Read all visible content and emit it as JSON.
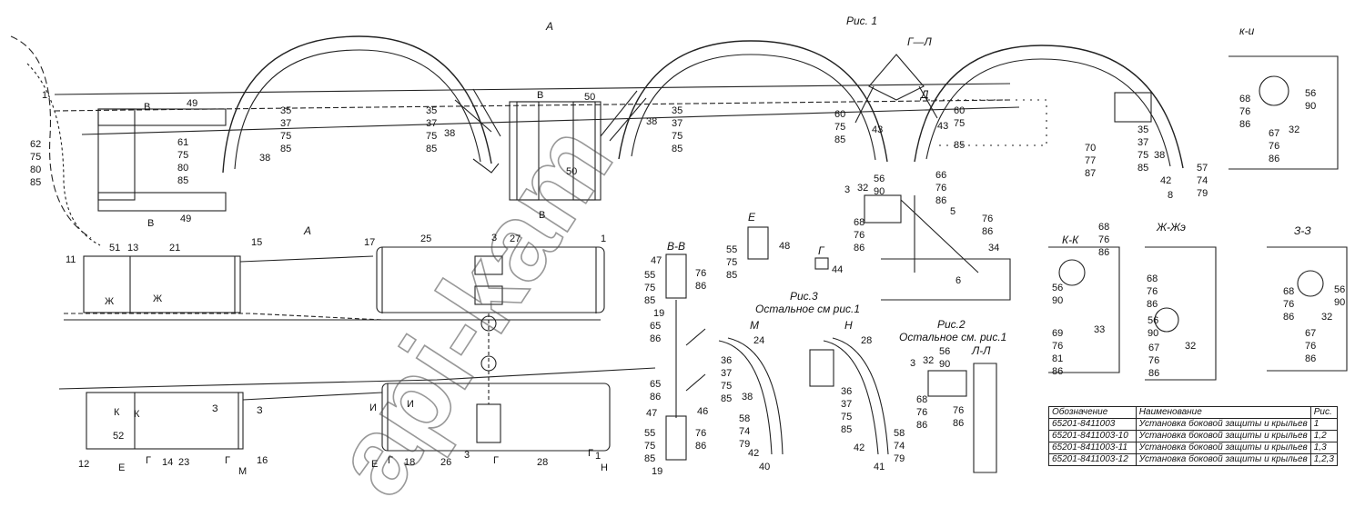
{
  "titles": {
    "fig1": "Рис. 1",
    "fig2": "Рис.2",
    "fig2_note": "Остальное см. рис.1",
    "fig3": "Рис.3",
    "fig3_note": "Остальное см рис.1",
    "view_a_top": "А",
    "view_a_mid": "А"
  },
  "sections": {
    "ii": "к-и",
    "kk": "К-К",
    "zhzh": "Ж-Жэ",
    "zz": "З-З",
    "vv": "В-В",
    "ll": "Л-Л",
    "m": "М",
    "n": "Н",
    "e": "Е",
    "g": "Г",
    "gl": "Г—Л",
    "d": "Д"
  },
  "labels": [
    {
      "id": "l1",
      "t": "1"
    },
    {
      "id": "l62",
      "t": "62"
    },
    {
      "id": "l75a",
      "t": "75"
    },
    {
      "id": "l80a",
      "t": "80"
    },
    {
      "id": "l85a",
      "t": "85"
    },
    {
      "id": "lB1",
      "t": "В"
    },
    {
      "id": "l49a",
      "t": "49"
    },
    {
      "id": "l61",
      "t": "61"
    },
    {
      "id": "l75b",
      "t": "75"
    },
    {
      "id": "l80b",
      "t": "80"
    },
    {
      "id": "l85b",
      "t": "85"
    },
    {
      "id": "lB2",
      "t": "В"
    },
    {
      "id": "l49b",
      "t": "49"
    },
    {
      "id": "l35a",
      "t": "35"
    },
    {
      "id": "l37a",
      "t": "37"
    },
    {
      "id": "l75c",
      "t": "75"
    },
    {
      "id": "l85c",
      "t": "85"
    },
    {
      "id": "l38a",
      "t": "38"
    },
    {
      "id": "l35b",
      "t": "35"
    },
    {
      "id": "l37b",
      "t": "37"
    },
    {
      "id": "l75d",
      "t": "75"
    },
    {
      "id": "l85d",
      "t": "85"
    },
    {
      "id": "l38b",
      "t": "38"
    },
    {
      "id": "lB3",
      "t": "В"
    },
    {
      "id": "l50a",
      "t": "50"
    },
    {
      "id": "l50b",
      "t": "50"
    },
    {
      "id": "lB4",
      "t": "В"
    },
    {
      "id": "l35c",
      "t": "35"
    },
    {
      "id": "l37c",
      "t": "37"
    },
    {
      "id": "l75e",
      "t": "75"
    },
    {
      "id": "l85e",
      "t": "85"
    },
    {
      "id": "l38c",
      "t": "38"
    },
    {
      "id": "l60a",
      "t": "60"
    },
    {
      "id": "l75f",
      "t": "75"
    },
    {
      "id": "l85f",
      "t": "85"
    },
    {
      "id": "l43a",
      "t": "43"
    },
    {
      "id": "l43b",
      "t": "43"
    },
    {
      "id": "l60b",
      "t": "60"
    },
    {
      "id": "l75g",
      "t": "75"
    },
    {
      "id": "l85g",
      "t": "85"
    },
    {
      "id": "l70",
      "t": "70"
    },
    {
      "id": "l77",
      "t": "77"
    },
    {
      "id": "l87",
      "t": "87"
    },
    {
      "id": "l35d",
      "t": "35"
    },
    {
      "id": "l37d",
      "t": "37"
    },
    {
      "id": "l75h",
      "t": "75"
    },
    {
      "id": "l85h",
      "t": "85"
    },
    {
      "id": "l38d",
      "t": "38"
    },
    {
      "id": "l42a",
      "t": "42"
    },
    {
      "id": "l8",
      "t": "8"
    },
    {
      "id": "l57a",
      "t": "57"
    },
    {
      "id": "l74a",
      "t": "74"
    },
    {
      "id": "l79a",
      "t": "79"
    },
    {
      "id": "l11",
      "t": "11"
    },
    {
      "id": "l51",
      "t": "51"
    },
    {
      "id": "l13",
      "t": "13"
    },
    {
      "id": "l21",
      "t": "21"
    },
    {
      "id": "l15",
      "t": "15"
    },
    {
      "id": "l17",
      "t": "17"
    },
    {
      "id": "l25",
      "t": "25"
    },
    {
      "id": "l3a",
      "t": "3"
    },
    {
      "id": "l27",
      "t": "27"
    },
    {
      "id": "l1b",
      "t": "1"
    },
    {
      "id": "lZh1",
      "t": "Ж"
    },
    {
      "id": "lZh2",
      "t": "Ж"
    },
    {
      "id": "lK1",
      "t": "К"
    },
    {
      "id": "lK2",
      "t": "К"
    },
    {
      "id": "l52",
      "t": "52"
    },
    {
      "id": "lZ1",
      "t": "З"
    },
    {
      "id": "lZ2",
      "t": "З"
    },
    {
      "id": "lI1",
      "t": "И"
    },
    {
      "id": "lI2",
      "t": "И"
    },
    {
      "id": "l12",
      "t": "12"
    },
    {
      "id": "lE1",
      "t": "Е"
    },
    {
      "id": "lG1",
      "t": "Г"
    },
    {
      "id": "l14",
      "t": "14"
    },
    {
      "id": "l23",
      "t": "23"
    },
    {
      "id": "lG2",
      "t": "Г"
    },
    {
      "id": "lM1",
      "t": "М"
    },
    {
      "id": "l16",
      "t": "16"
    },
    {
      "id": "lE2",
      "t": "Е"
    },
    {
      "id": "lG3",
      "t": "Г"
    },
    {
      "id": "l18",
      "t": "18"
    },
    {
      "id": "l26",
      "t": "26"
    },
    {
      "id": "l3b",
      "t": "3"
    },
    {
      "id": "lG4",
      "t": "Г"
    },
    {
      "id": "l28a",
      "t": "28"
    },
    {
      "id": "lG5",
      "t": "Г"
    },
    {
      "id": "l1c",
      "t": "1"
    },
    {
      "id": "lN1",
      "t": "Н"
    },
    {
      "id": "l47a",
      "t": "47"
    },
    {
      "id": "l55a",
      "t": "55"
    },
    {
      "id": "l75i",
      "t": "75"
    },
    {
      "id": "l85i",
      "t": "85"
    },
    {
      "id": "l19a",
      "t": "19"
    },
    {
      "id": "l65a",
      "t": "65"
    },
    {
      "id": "l86a",
      "t": "86"
    },
    {
      "id": "l76a",
      "t": "76"
    },
    {
      "id": "l86b",
      "t": "86"
    },
    {
      "id": "l65b",
      "t": "65"
    },
    {
      "id": "l86c",
      "t": "86"
    },
    {
      "id": "l47b",
      "t": "47"
    },
    {
      "id": "l46",
      "t": "46"
    },
    {
      "id": "l55b",
      "t": "55"
    },
    {
      "id": "l75j",
      "t": "75"
    },
    {
      "id": "l85j",
      "t": "85"
    },
    {
      "id": "l19b",
      "t": "19"
    },
    {
      "id": "l76b",
      "t": "76"
    },
    {
      "id": "l86d",
      "t": "86"
    },
    {
      "id": "l55c",
      "t": "55"
    },
    {
      "id": "l75k",
      "t": "75"
    },
    {
      "id": "l85k",
      "t": "85"
    },
    {
      "id": "l48",
      "t": "48"
    },
    {
      "id": "l44",
      "t": "44"
    },
    {
      "id": "l24",
      "t": "24"
    },
    {
      "id": "l36a",
      "t": "36"
    },
    {
      "id": "l37e",
      "t": "37"
    },
    {
      "id": "l75l",
      "t": "75"
    },
    {
      "id": "l85l",
      "t": "85"
    },
    {
      "id": "l38e",
      "t": "38"
    },
    {
      "id": "l58a",
      "t": "58"
    },
    {
      "id": "l74b",
      "t": "74"
    },
    {
      "id": "l79b",
      "t": "79"
    },
    {
      "id": "l42b",
      "t": "42"
    },
    {
      "id": "l40",
      "t": "40"
    },
    {
      "id": "l28b",
      "t": "28"
    },
    {
      "id": "l36b",
      "t": "36"
    },
    {
      "id": "l37f",
      "t": "37"
    },
    {
      "id": "l75m",
      "t": "75"
    },
    {
      "id": "l85m",
      "t": "85"
    },
    {
      "id": "l58b",
      "t": "58"
    },
    {
      "id": "l74c",
      "t": "74"
    },
    {
      "id": "l79c",
      "t": "79"
    },
    {
      "id": "l42c",
      "t": "42"
    },
    {
      "id": "l41",
      "t": "41"
    },
    {
      "id": "l3c",
      "t": "3"
    },
    {
      "id": "l32a",
      "t": "32"
    },
    {
      "id": "l56a",
      "t": "56"
    },
    {
      "id": "l90a",
      "t": "90"
    },
    {
      "id": "l66",
      "t": "66"
    },
    {
      "id": "l76c",
      "t": "76"
    },
    {
      "id": "l86e",
      "t": "86"
    },
    {
      "id": "l5",
      "t": "5"
    },
    {
      "id": "l68a",
      "t": "68"
    },
    {
      "id": "l76d",
      "t": "76"
    },
    {
      "id": "l86f",
      "t": "86"
    },
    {
      "id": "l76e",
      "t": "76"
    },
    {
      "id": "l86g",
      "t": "86"
    },
    {
      "id": "l34",
      "t": "34"
    },
    {
      "id": "l6",
      "t": "6"
    },
    {
      "id": "l3d",
      "t": "3"
    },
    {
      "id": "l32b",
      "t": "32"
    },
    {
      "id": "l56b",
      "t": "56"
    },
    {
      "id": "l90b",
      "t": "90"
    },
    {
      "id": "l68b",
      "t": "68"
    },
    {
      "id": "l76f",
      "t": "76"
    },
    {
      "id": "l86h",
      "t": "86"
    },
    {
      "id": "l76g",
      "t": "76"
    },
    {
      "id": "l86i",
      "t": "86"
    },
    {
      "id": "l68c",
      "t": "68"
    },
    {
      "id": "l76h",
      "t": "76"
    },
    {
      "id": "l86j",
      "t": "86"
    },
    {
      "id": "l56c",
      "t": "56"
    },
    {
      "id": "l90c",
      "t": "90"
    },
    {
      "id": "l67a",
      "t": "67"
    },
    {
      "id": "l76i",
      "t": "76"
    },
    {
      "id": "l86k",
      "t": "86"
    },
    {
      "id": "l32c",
      "t": "32"
    },
    {
      "id": "l68d",
      "t": "68"
    },
    {
      "id": "l76j",
      "t": "76"
    },
    {
      "id": "l86l",
      "t": "86"
    },
    {
      "id": "l56d",
      "t": "56"
    },
    {
      "id": "l90d",
      "t": "90"
    },
    {
      "id": "l69",
      "t": "69"
    },
    {
      "id": "l76k",
      "t": "76"
    },
    {
      "id": "l81",
      "t": "81"
    },
    {
      "id": "l86m",
      "t": "86"
    },
    {
      "id": "l33",
      "t": "33"
    },
    {
      "id": "l68e",
      "t": "68"
    },
    {
      "id": "l76l",
      "t": "76"
    },
    {
      "id": "l86n",
      "t": "86"
    },
    {
      "id": "l56e",
      "t": "56"
    },
    {
      "id": "l90e",
      "t": "90"
    },
    {
      "id": "l67b",
      "t": "67"
    },
    {
      "id": "l76m",
      "t": "76"
    },
    {
      "id": "l86o",
      "t": "86"
    },
    {
      "id": "l32d",
      "t": "32"
    },
    {
      "id": "l68f",
      "t": "68"
    },
    {
      "id": "l76n",
      "t": "76"
    },
    {
      "id": "l86p",
      "t": "86"
    },
    {
      "id": "l56f",
      "t": "56"
    },
    {
      "id": "l90f",
      "t": "90"
    },
    {
      "id": "l32e",
      "t": "32"
    },
    {
      "id": "l67c",
      "t": "67"
    },
    {
      "id": "l76o",
      "t": "76"
    },
    {
      "id": "l86q",
      "t": "86"
    }
  ],
  "table": {
    "headers": [
      "Обозначение",
      "Наименование",
      "Рис."
    ],
    "rows": [
      [
        "65201-8411003",
        "Установка боковой защиты и крыльев",
        "1"
      ],
      [
        "65201-8411003-10",
        "Установка боковой защиты и крыльев",
        "1,2"
      ],
      [
        "65201-8411003-11",
        "Установка боковой защиты и крыльев",
        "1,3"
      ],
      [
        "65201-8411003-12",
        "Установка боковой защиты и крыльев",
        "1,2,3"
      ]
    ]
  },
  "watermark": "api-kam"
}
